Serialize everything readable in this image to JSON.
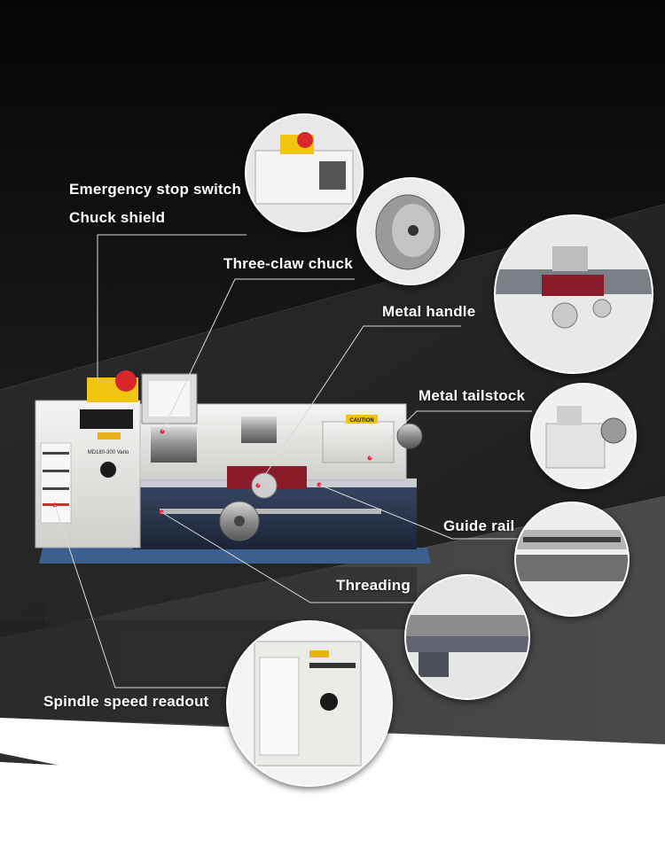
{
  "callouts": {
    "emergency_stop": "Emergency stop switch",
    "chuck_shield": "Chuck shield",
    "three_claw_chuck": "Three-claw chuck",
    "metal_handle": "Metal handle",
    "metal_tailstock": "Metal tailstock",
    "guide_rail": "Guide rail",
    "threading": "Threading",
    "spindle_speed_readout": "Spindle speed readout"
  },
  "machine": {
    "model_label": "MD180-300 Vario",
    "caution_label": "CAUTION"
  },
  "colors": {
    "background_dark": "#0a0a0a",
    "background_grey": "#3a3a3a",
    "label_text": "#ffffff",
    "machine_white": "#e9e9e6",
    "bed_blue": "#2a3a52",
    "carriage_red": "#8a1c2a",
    "estop_red": "#d9262b",
    "estop_yellow": "#f1c40f"
  }
}
